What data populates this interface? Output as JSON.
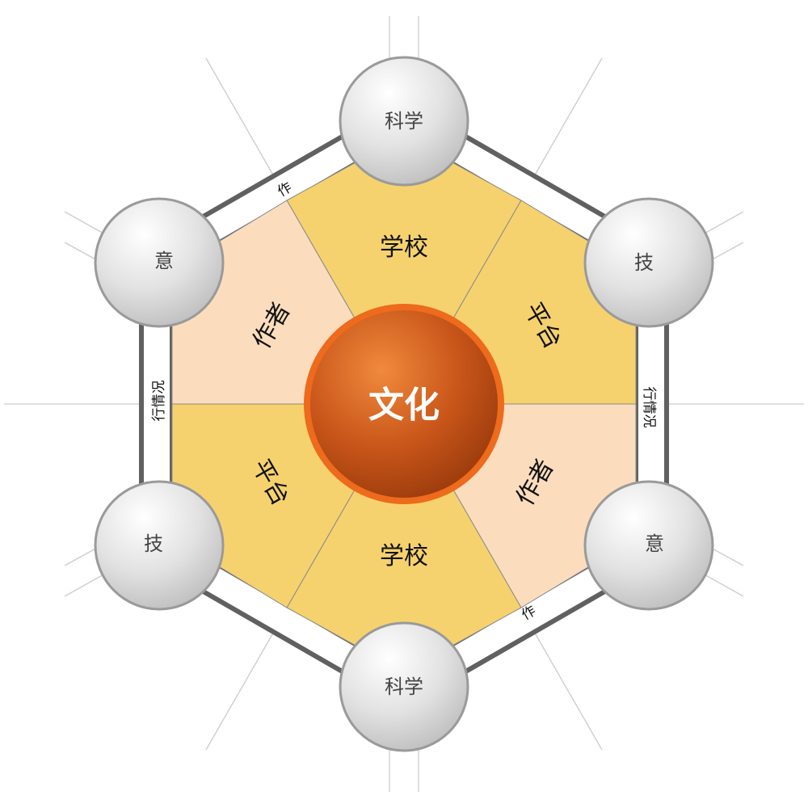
{
  "center": {
    "label": "文化"
  },
  "segments": [
    {
      "label": "学校",
      "tone": "gold"
    },
    {
      "label": "平台",
      "tone": "gold"
    },
    {
      "label": "作者",
      "tone": "peach"
    },
    {
      "label": "学校",
      "tone": "gold"
    },
    {
      "label": "平台",
      "tone": "gold"
    },
    {
      "label": "作者",
      "tone": "peach"
    }
  ],
  "nodes": [
    {
      "label": "科学"
    },
    {
      "label": "技"
    },
    {
      "label": "意"
    },
    {
      "label": "科学"
    },
    {
      "label": "技"
    },
    {
      "label": "意"
    }
  ],
  "edge_labels": [
    {
      "label": "作"
    },
    {
      "label": "行情况"
    },
    {
      "label": "作"
    },
    {
      "label": "行情况"
    }
  ],
  "colors": {
    "gold": "#F6D26E",
    "peach": "#FBDDBE",
    "frame": "#606060",
    "center_ring": "#EE6A1C",
    "center_fill": "#C75317",
    "node_fill": "#DCDCDC",
    "node_stroke": "#9A9A9A"
  }
}
